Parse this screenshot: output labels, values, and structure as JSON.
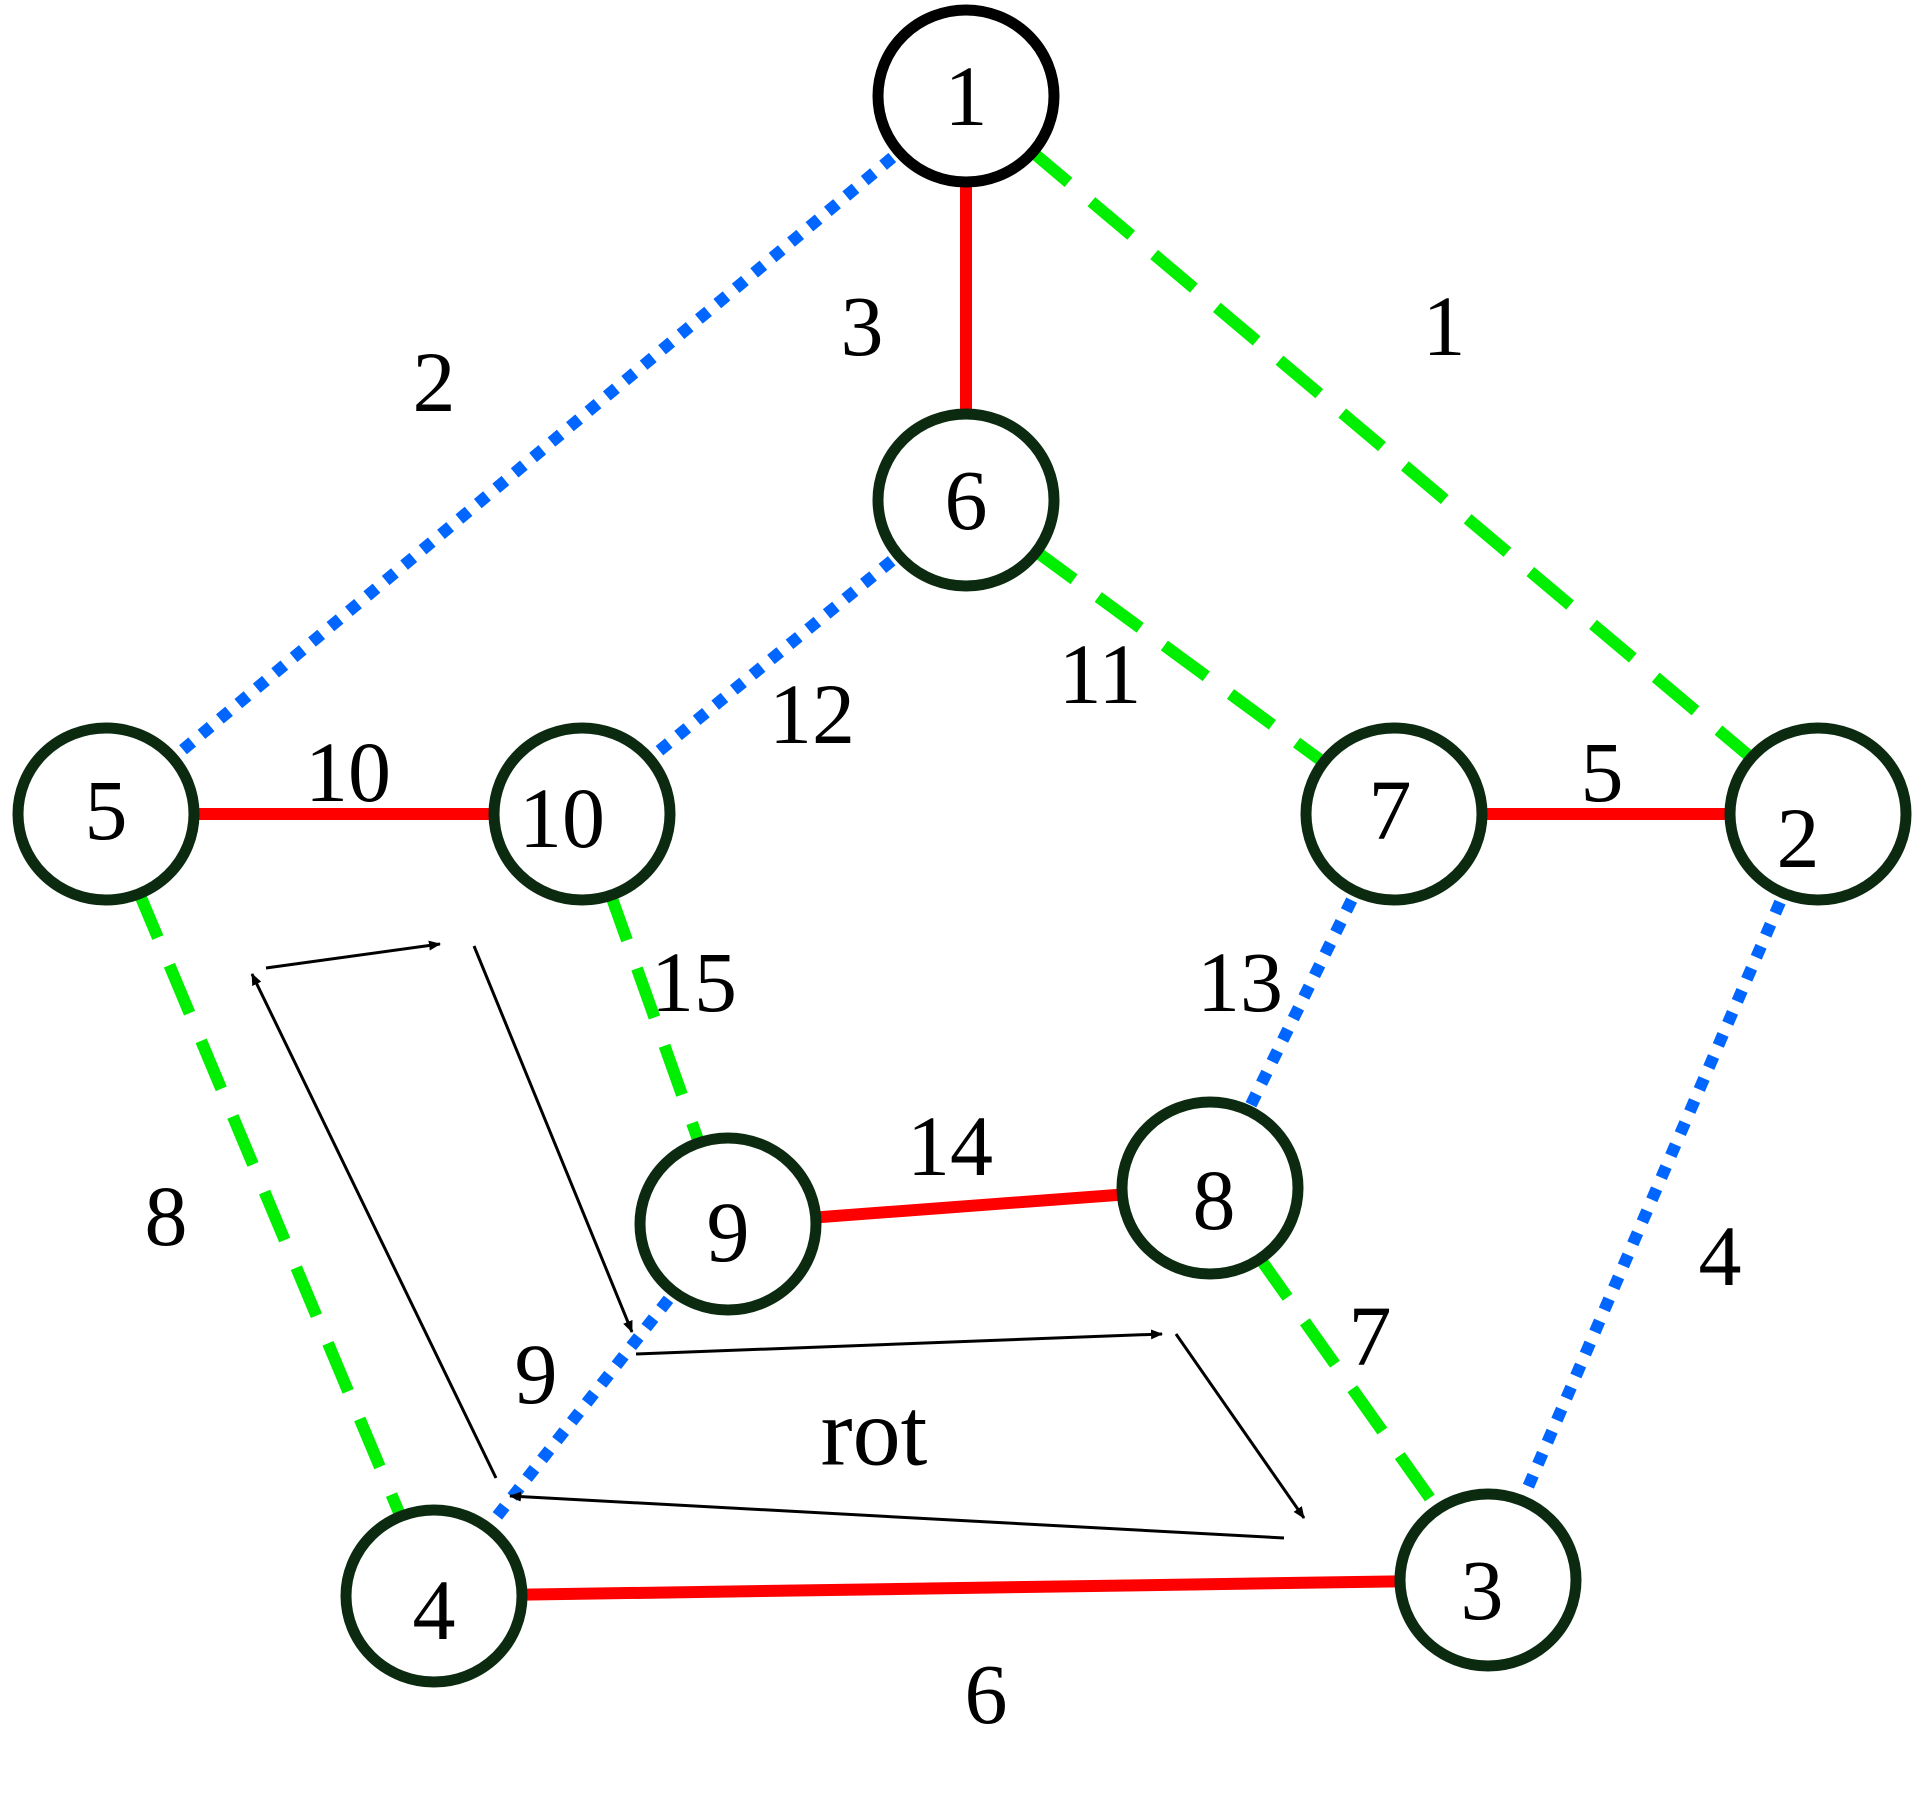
{
  "colors": {
    "node_outline_dark": "#0b2a10",
    "node_outline_top": "#000000",
    "tree_edge": "#ff0000",
    "dashed_edge": "#00ee00",
    "dotted_edge": "#0066ff",
    "arrow": "#000000"
  },
  "nodes": [
    {
      "id": "1",
      "label": "1"
    },
    {
      "id": "6",
      "label": "6"
    },
    {
      "id": "5",
      "label": "5"
    },
    {
      "id": "10",
      "label": "10"
    },
    {
      "id": "7",
      "label": "7"
    },
    {
      "id": "2",
      "label": "2"
    },
    {
      "id": "9",
      "label": "9"
    },
    {
      "id": "8",
      "label": "8"
    },
    {
      "id": "4",
      "label": "4"
    },
    {
      "id": "3",
      "label": "3"
    }
  ],
  "edges": [
    {
      "from": "1",
      "to": "2",
      "weight": "1",
      "style": "dashed"
    },
    {
      "from": "1",
      "to": "5",
      "weight": "2",
      "style": "dotted"
    },
    {
      "from": "1",
      "to": "6",
      "weight": "3",
      "style": "solid"
    },
    {
      "from": "2",
      "to": "3",
      "weight": "4",
      "style": "dotted"
    },
    {
      "from": "7",
      "to": "2",
      "weight": "5",
      "style": "solid"
    },
    {
      "from": "4",
      "to": "3",
      "weight": "6",
      "style": "solid"
    },
    {
      "from": "8",
      "to": "3",
      "weight": "7",
      "style": "dashed"
    },
    {
      "from": "5",
      "to": "4",
      "weight": "8",
      "style": "dashed"
    },
    {
      "from": "9",
      "to": "4",
      "weight": "9",
      "style": "dotted"
    },
    {
      "from": "5",
      "to": "10",
      "weight": "10",
      "style": "solid"
    },
    {
      "from": "6",
      "to": "7",
      "weight": "11",
      "style": "dashed"
    },
    {
      "from": "6",
      "to": "10",
      "weight": "12",
      "style": "dotted"
    },
    {
      "from": "7",
      "to": "8",
      "weight": "13",
      "style": "dotted"
    },
    {
      "from": "9",
      "to": "8",
      "weight": "14",
      "style": "solid"
    },
    {
      "from": "10",
      "to": "9",
      "weight": "15",
      "style": "dashed"
    }
  ],
  "rotation": {
    "label": "rot",
    "arrow_icon": "arrow-icon"
  }
}
